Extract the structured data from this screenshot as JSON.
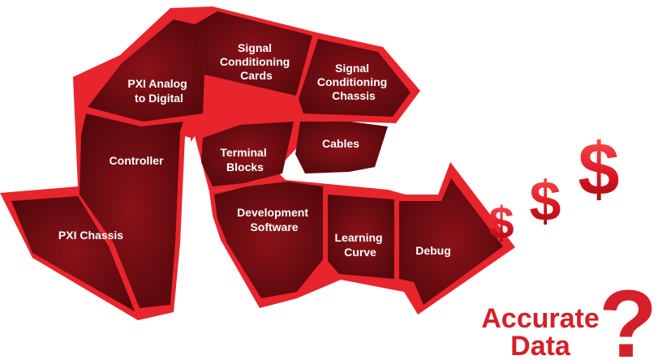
{
  "segments": [
    {
      "lines": [
        "Signal",
        "Conditioning",
        "Cards"
      ]
    },
    {
      "lines": [
        "PXI Analog",
        "to Digital"
      ]
    },
    {
      "lines": [
        "Signal",
        "Conditioning",
        "Chassis"
      ]
    },
    {
      "lines": [
        "Controller"
      ]
    },
    {
      "lines": [
        "Terminal",
        "Blocks"
      ]
    },
    {
      "lines": [
        "Cables"
      ]
    },
    {
      "lines": [
        "PXI Chassis"
      ]
    },
    {
      "lines": [
        "Development",
        "Software"
      ]
    },
    {
      "lines": [
        "Learning",
        "Curve"
      ]
    },
    {
      "lines": [
        "Debug"
      ]
    }
  ],
  "dollars": [
    "$",
    "$",
    "$"
  ],
  "result": {
    "line1": "Accurate",
    "line2": "Data",
    "mark": "?"
  },
  "colors": {
    "outer": "#e8242c",
    "inner": "#6a0a10",
    "accent": "#d4202a"
  }
}
